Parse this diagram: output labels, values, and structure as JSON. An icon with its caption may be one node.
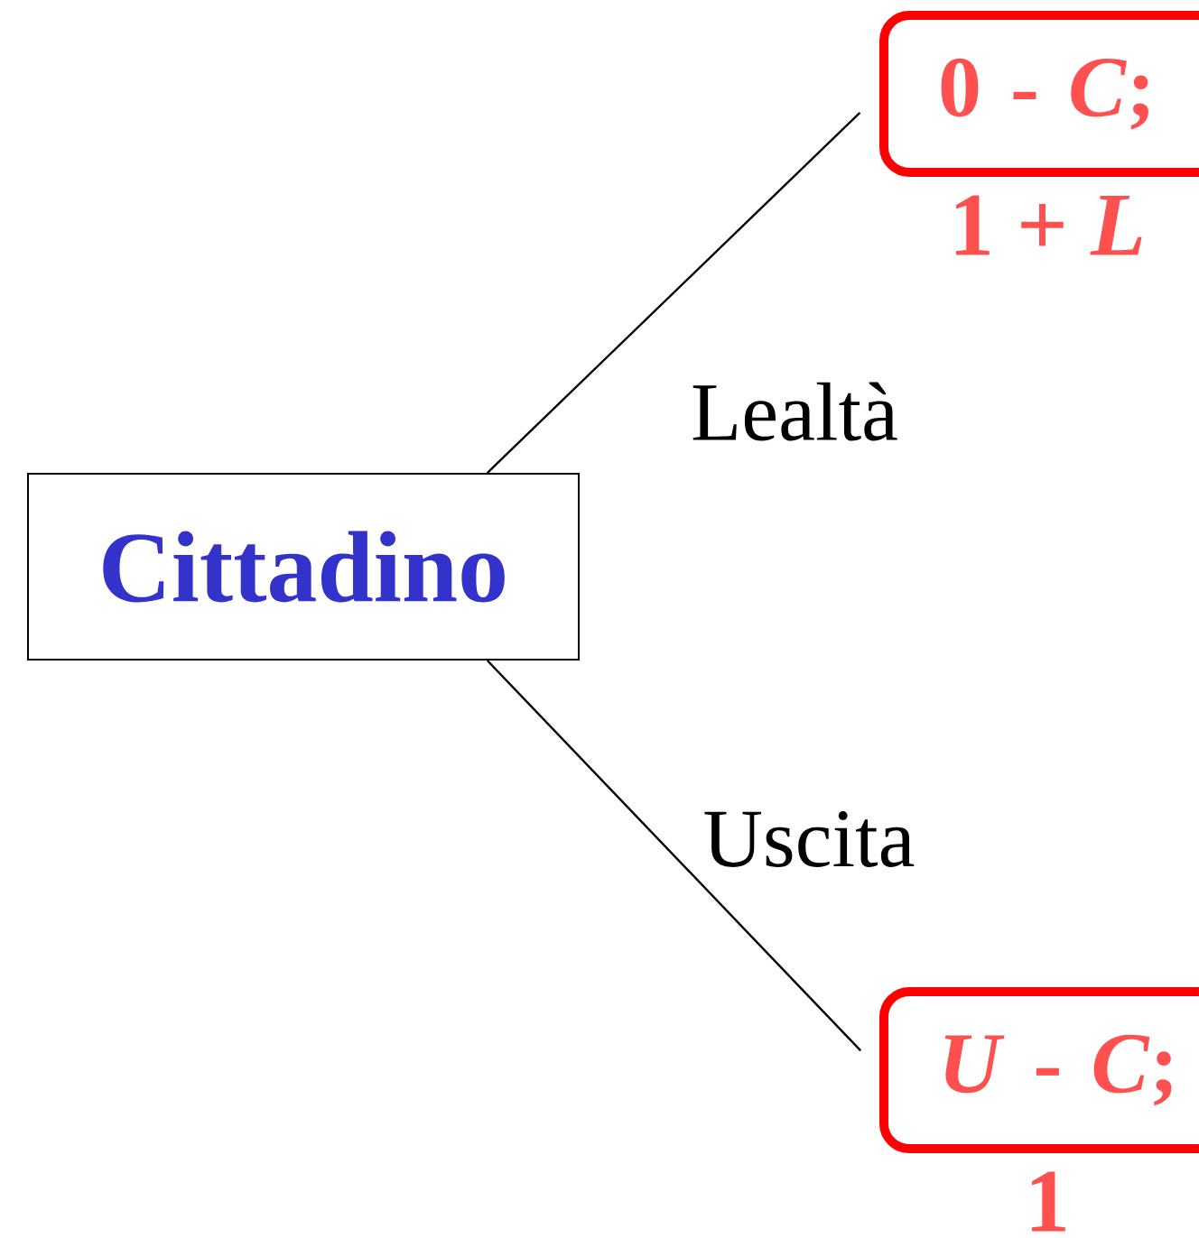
{
  "diagram": {
    "nodes": [
      {
        "text": [
          "Cittadino"
        ]
      },
      {
        "text": [
          "0 - *C*;",
          "1 + *L*"
        ]
      },
      {
        "text": [
          "*U* - *C*;",
          "1"
        ]
      }
    ],
    "edges": [
      {
        "from": 0,
        "to": 1,
        "label": "Lealtà",
        "arrow": "none"
      },
      {
        "from": 0,
        "to": 2,
        "label": "Uscita",
        "arrow": "none"
      }
    ]
  }
}
